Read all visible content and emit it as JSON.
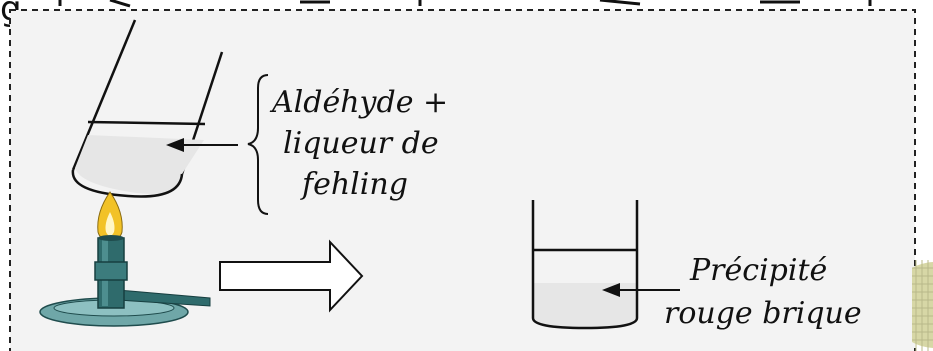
{
  "figure": {
    "top_text_fragment": "g",
    "label_tube1": [
      "Aldéhyde +",
      "liqueur de",
      "fehling"
    ],
    "label_tube2": [
      "Précipité",
      "rouge brique"
    ]
  },
  "colors": {
    "panel_bg": "#f3f3f3",
    "panel_border": "#222222",
    "liquid": "#e6e6e6",
    "burner_base": "#6fa7a8",
    "burner_body": "#2f6b6c",
    "flame_outer": "#f2c227",
    "flame_inner": "#fff6c8",
    "grid_tile": "#d7d7a6"
  },
  "icons": [
    "test-tube-icon",
    "flame-icon",
    "bunsen-burner-icon",
    "arrow-right-icon",
    "brace-icon",
    "beaker-icon"
  ]
}
